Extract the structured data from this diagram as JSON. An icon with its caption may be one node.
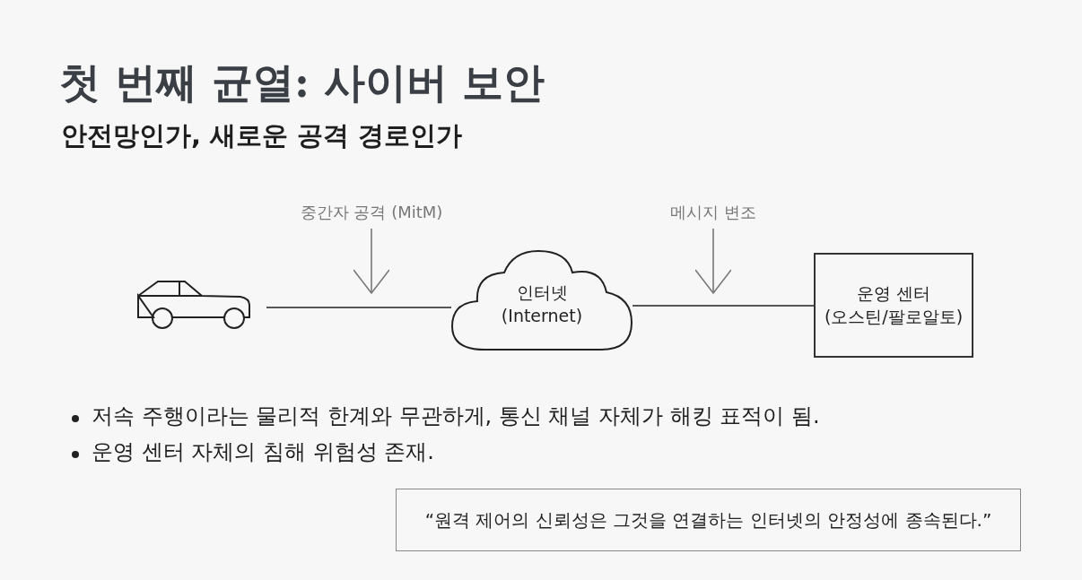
{
  "diagram": {
    "title": "첫 번째 균열: 사이버 보안",
    "nodes": [
      {
        "text": [],
        "shape": "car"
      },
      {
        "text": [
          "중간자 공격 (MitM)"
        ]
      },
      {
        "text": [
          "인터넷 (Internet)"
        ]
      },
      {
        "text": [
          "메시지 변조"
        ]
      },
      {
        "text": [
          "운영 센터 (오스틴/팔로알토)"
        ]
      },
      {
        "text": [
          "“원격 제어의 신뢰성은 그것을 연결하는 인터넷의 안정성에 종속된다.”"
        ]
      }
    ],
    "edges": [
      {
        "from": 0,
        "to": 2,
        "arrow": "none"
      },
      {
        "from": 2,
        "to": 4,
        "arrow": "none"
      },
      {
        "from": 1,
        "to": null,
        "arrow": "to",
        "color": "#777777"
      },
      {
        "from": 3,
        "to": null,
        "arrow": "to",
        "color": "#777777"
      }
    ],
    "labels": [
      "안전망인가, 새로운 공격 경로인가",
      "저속 주행이라는 물리적 한계와 무관하게, 통신 채널 자체가 해킹 표적이 됨.",
      "운영 센터 자체의 침해 위험성 존재."
    ]
  }
}
